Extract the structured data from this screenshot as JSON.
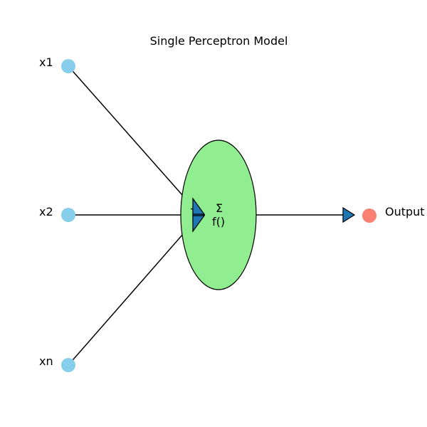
{
  "title": "Single Perceptron Model",
  "inputs": [
    {
      "label": "x1"
    },
    {
      "label": "x2"
    },
    {
      "label": "xn"
    }
  ],
  "neuron": {
    "sum_symbol": "Σ",
    "activation": "f()"
  },
  "output": {
    "label": "Output"
  },
  "colors": {
    "input_node": "#87ceeb",
    "neuron_fill": "#90ee90",
    "output_node": "#fa8072",
    "arrow_head": "#1f77b4",
    "line": "#000000"
  }
}
